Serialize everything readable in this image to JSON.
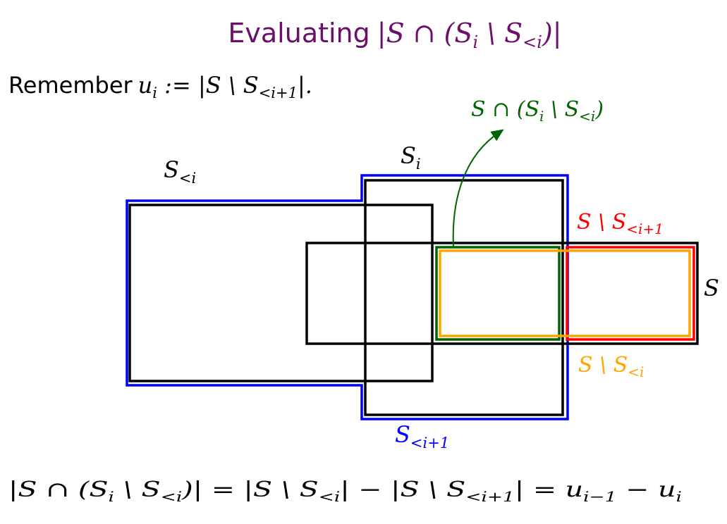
{
  "title": {
    "word": "Evaluating",
    "expr": "|S ∩ (S",
    "sub": "i",
    "expr2": " \\ S",
    "sub2": "<i",
    "expr3": ")|"
  },
  "remember": {
    "word": "Remember",
    "u": "u",
    "u_sub": "i",
    "rest": " := |S \\ S",
    "sub": "<i+1",
    "end": "|."
  },
  "labels": {
    "s_less_i": {
      "base": "S",
      "sub": "<i"
    },
    "s_i": {
      "base": "S",
      "sub": "i"
    },
    "intersection": {
      "a": "S ∩ (S",
      "sub": "i",
      "b": " \\ S",
      "sub2": "<i",
      "c": ")"
    },
    "s_minus_less_i1": {
      "a": "S \\ S",
      "sub": "<i+1"
    },
    "s": "S",
    "s_minus_less_i": {
      "a": "S \\ S",
      "sub": "<i"
    },
    "s_less_i1": {
      "base": "S",
      "sub": "<i+1"
    }
  },
  "equation": {
    "p1": "|S ∩ (S",
    "s1": "i",
    "p2": " \\ S",
    "s2": "<i",
    "p3": ")| = |S \\ S",
    "s3": "<i",
    "p4": "| − |S \\ S",
    "s4": "<i+1",
    "p5": "| = u",
    "s5": "i−1",
    "p6": " − u",
    "s6": "i"
  },
  "colors": {
    "title": "#6b0f6b",
    "blue": "#0000ff",
    "green": "#006400",
    "red": "#ff0000",
    "orange": "#ffa500",
    "black": "#000000"
  }
}
